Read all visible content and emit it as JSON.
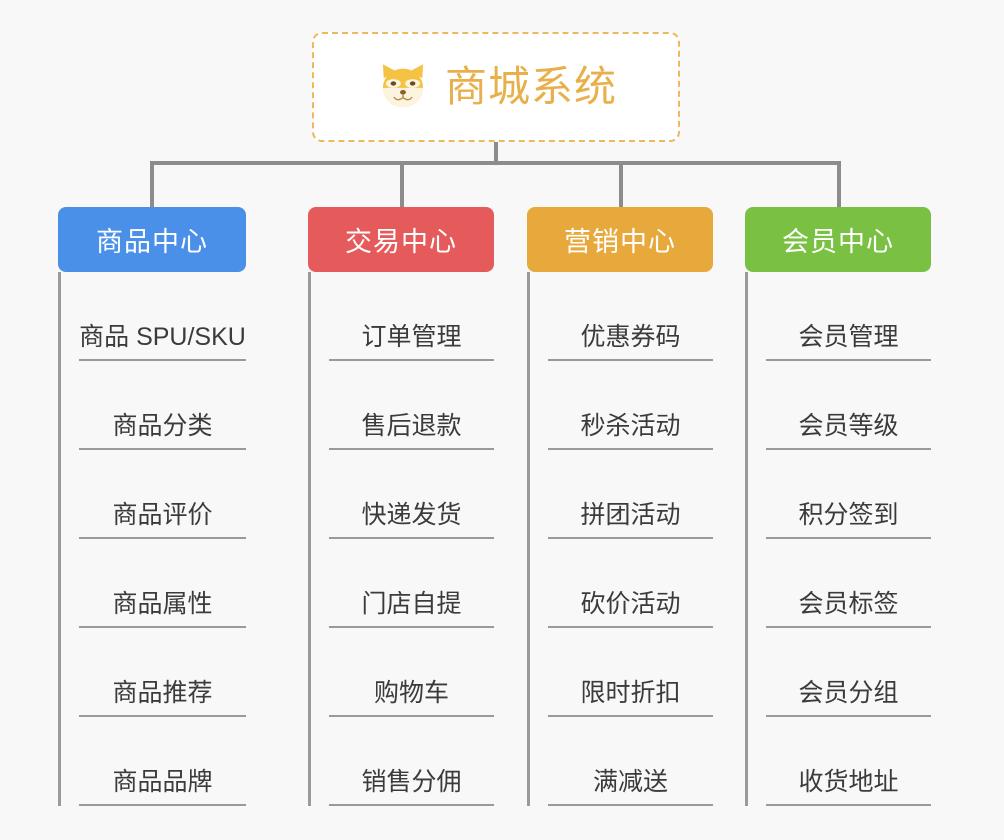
{
  "background_color": "#f8f8f8",
  "root": {
    "title": "商城系统",
    "icon": "dog-face-icon",
    "title_color": "#e8b04b",
    "border_color": "#edb95e"
  },
  "connector_color": "#8c8c8c",
  "columns": [
    {
      "name": "product-center",
      "header": "商品中心",
      "color": "#4a90e8",
      "items": [
        "商品 SPU/SKU",
        "商品分类",
        "商品评价",
        "商品属性",
        "商品推荐",
        "商品品牌"
      ]
    },
    {
      "name": "trade-center",
      "header": "交易中心",
      "color": "#e55a5a",
      "items": [
        "订单管理",
        "售后退款",
        "快递发货",
        "门店自提",
        "购物车",
        "销售分佣"
      ]
    },
    {
      "name": "marketing-center",
      "header": "营销中心",
      "color": "#e8a93c",
      "items": [
        "优惠券码",
        "秒杀活动",
        "拼团活动",
        "砍价活动",
        "限时折扣",
        "满减送"
      ]
    },
    {
      "name": "member-center",
      "header": "会员中心",
      "color": "#7ac143",
      "items": [
        "会员管理",
        "会员等级",
        "积分签到",
        "会员标签",
        "会员分组",
        "收货地址"
      ]
    }
  ]
}
